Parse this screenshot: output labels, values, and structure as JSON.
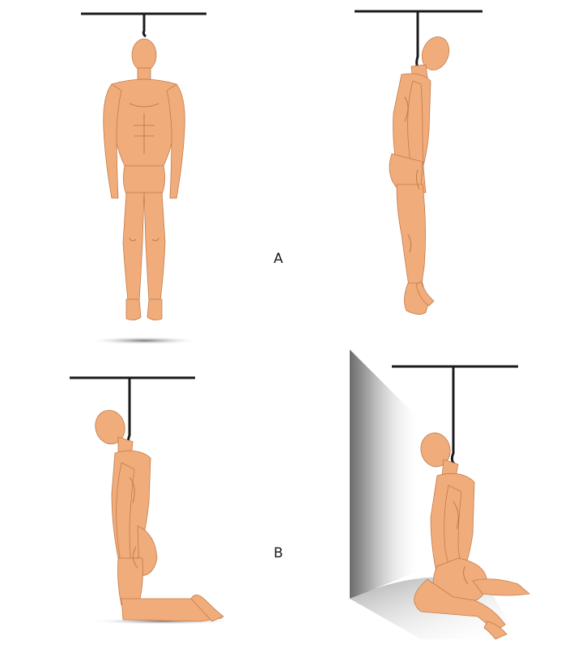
{
  "labels": {
    "a": "A",
    "b": "B"
  },
  "colors": {
    "background": "#ffffff",
    "skin": "#f0ac7b",
    "skin_shade": "#d98d5d",
    "skin_line": "#b8703f",
    "rope": "#1b1b1b",
    "beam": "#1b1b1b",
    "floor_shadow": "#8a8a8a",
    "wall_shadow_dark": "#7d7d7d"
  },
  "panels": [
    {
      "id": "a-left",
      "group": "A",
      "pose": "suspended-front-view"
    },
    {
      "id": "a-right",
      "group": "A",
      "pose": "suspended-side-view"
    },
    {
      "id": "b-left",
      "group": "B",
      "pose": "kneeling-side-view"
    },
    {
      "id": "b-right",
      "group": "B",
      "pose": "seated-against-wall"
    }
  ]
}
